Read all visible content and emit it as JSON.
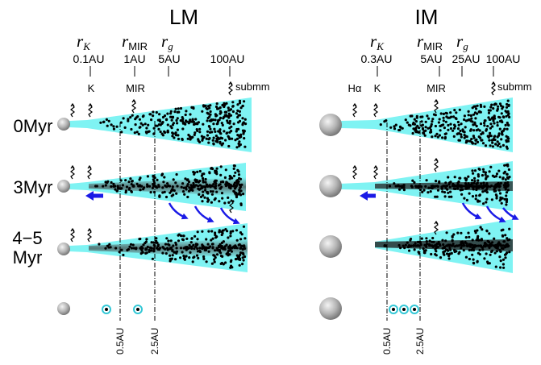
{
  "panels": {
    "lm": {
      "title": "LM",
      "r_k_sym": "r",
      "r_k_sub": "K",
      "r_mir_sym": "r",
      "r_mir_sub": "MIR",
      "r_g_sym": "r",
      "r_g_sub": "g",
      "r_k_val": "0.1AU",
      "r_mir_val": "1AU",
      "r_g_val": "5AU",
      "r_far_val": "100AU",
      "band_k": "K",
      "band_mir": "MIR",
      "band_submm": "submm",
      "axis_a": "0.5AU",
      "axis_b": "2.5AU"
    },
    "im": {
      "title": "IM",
      "r_k_sym": "r",
      "r_k_sub": "K",
      "r_mir_sym": "r",
      "r_mir_sub": "MIR",
      "r_g_sym": "r",
      "r_g_sub": "g",
      "r_k_val": "0.3AU",
      "r_mir_val": "5AU",
      "r_g_val": "25AU",
      "r_far_val": "100AU",
      "band_ha": "Hα",
      "band_k": "K",
      "band_mir": "MIR",
      "band_submm": "submm",
      "axis_a": "0.5AU",
      "axis_b": "2.5AU"
    }
  },
  "rows": {
    "r0": "0Myr",
    "r1": "3Myr",
    "r2a": "4−5",
    "r2b": "Myr"
  },
  "colors": {
    "disk": "#7ff3f3",
    "arrow": "#1a1ae6",
    "star": "#a8a8a8",
    "dust": "#000000"
  }
}
